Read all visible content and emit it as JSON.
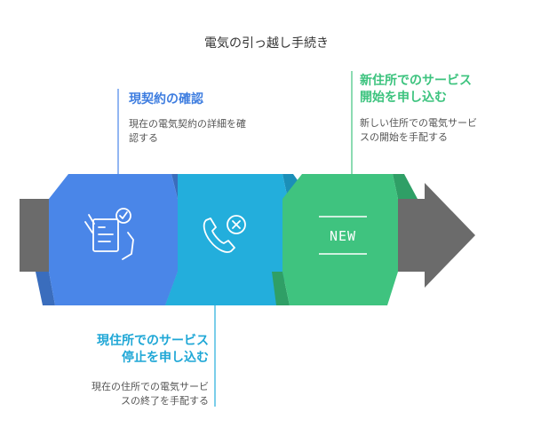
{
  "title": "電気の引っ越し手続き",
  "colors": {
    "step1": "#4a86e8",
    "step2": "#23aedc",
    "step3": "#3fc37f",
    "arrow": "#6b6b6b"
  },
  "steps": [
    {
      "title": "現契約の確認",
      "description": "現在の電気契約の詳細を確\n認する",
      "icon": "checklist-hand-icon"
    },
    {
      "title": "現住所でのサービス\n停止を申し込む",
      "description": "現在の住所での電気サービ\nスの終了を手配する",
      "icon": "phone-cancel-icon"
    },
    {
      "title": "新住所でのサービス\n開始を申し込む",
      "description": "新しい住所での電気サービ\nスの開始を手配する",
      "icon": "new-sign-icon",
      "icon_label": "NEW"
    }
  ]
}
